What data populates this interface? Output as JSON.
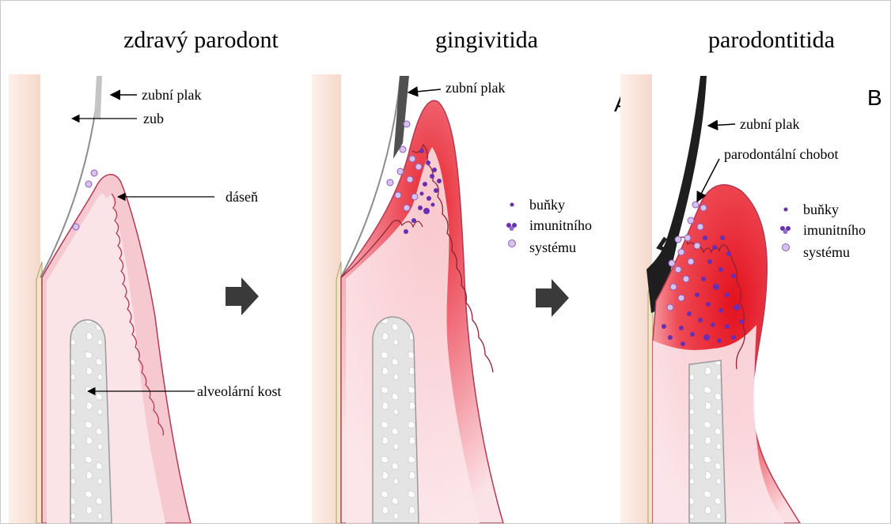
{
  "panels": [
    {
      "title": "zdravý parodont",
      "labels": {
        "plaque": "zubní plak",
        "tooth": "zub",
        "gum": "dáseň",
        "bone": "alveolární kost"
      }
    },
    {
      "title": "gingivitida",
      "letter": "A",
      "labels": {
        "plaque": "zubní plak"
      },
      "legend": [
        "buňky",
        "imunitního",
        "systému"
      ]
    },
    {
      "title": "parodontitida",
      "letter": "B",
      "labels": {
        "plaque": "zubní plak",
        "pocket": "parodontální chobot"
      },
      "legend": [
        "buňky",
        "imunitního",
        "systému"
      ]
    }
  ],
  "colors": {
    "gum_fill": "#f8dbe0",
    "gum_outline": "#b23a52",
    "inflammation": "#e8222c",
    "immune_cells": "#6a2fb0",
    "bone": "#e6e6e6",
    "tooth_root": "#f3e6c2",
    "plaque": "#1e1e1e",
    "arrow": "#3a3a3a"
  },
  "icons": [
    "right-arrow-icon",
    "immune-cell-dot-icon",
    "immune-cell-cluster-icon",
    "immune-cell-ring-icon"
  ]
}
